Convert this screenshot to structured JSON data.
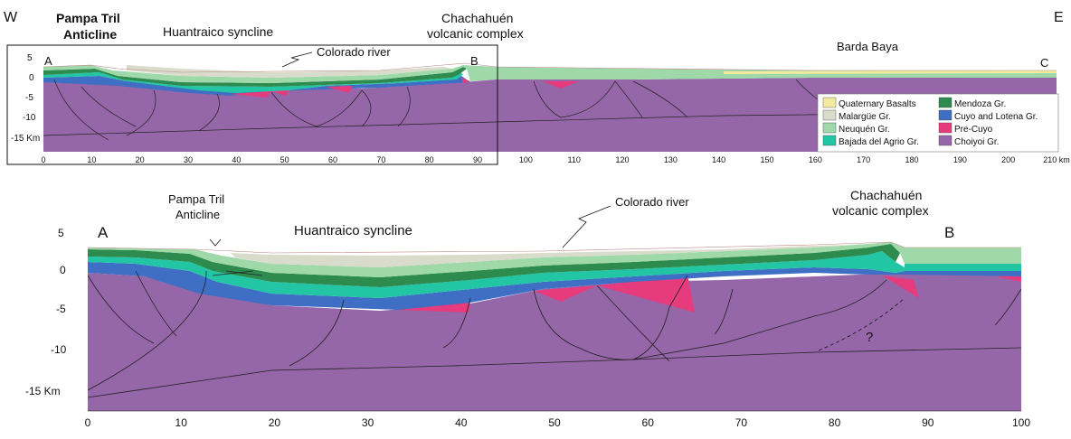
{
  "top_section": {
    "dir_left": "W",
    "dir_right": "E",
    "pampa_tril": [
      "Pampa Tril",
      "Anticline"
    ],
    "huantraico": "Huantraico syncline",
    "chachahuen": [
      "Chachahuén",
      "volcanic complex"
    ],
    "colorado": "Colorado river",
    "barda_baya": "Barda Baya",
    "point_a": "A",
    "point_b": "B",
    "point_c": "C",
    "y_ticks": [
      "5",
      "0",
      "-5",
      "-10",
      "-15 Km"
    ],
    "x_ticks": [
      "0",
      "10",
      "20",
      "30",
      "40",
      "50",
      "60",
      "70",
      "80",
      "90",
      "100",
      "110",
      "120",
      "130",
      "140",
      "150",
      "160",
      "170",
      "180",
      "190",
      "200",
      "210 km"
    ]
  },
  "legend": {
    "items": [
      {
        "label": "Quaternary Basalts",
        "color": "#f2ea9c"
      },
      {
        "label": "Mendoza Gr.",
        "color": "#2e8b4f"
      },
      {
        "label": "Malargüe Gr.",
        "color": "#d9dccb"
      },
      {
        "label": "Cuyo and Lotena Gr.",
        "color": "#3f6fc4"
      },
      {
        "label": "Neuquén Gr.",
        "color": "#9fd8a9"
      },
      {
        "label": "Pre-Cuyo",
        "color": "#e63c7e"
      },
      {
        "label": "Bajada del Agrio Gr.",
        "color": "#22c5a4"
      },
      {
        "label": "Choiyoi Gr.",
        "color": "#9566a8"
      }
    ]
  },
  "bottom_section": {
    "point_a": "A",
    "point_b": "B",
    "pampa_tril": [
      "Pampa Tril",
      "Anticline"
    ],
    "huantraico": "Huantraico syncline",
    "colorado": "Colorado river",
    "chachahuen": [
      "Chachahuén",
      "volcanic complex"
    ],
    "question": "?",
    "y_ticks": [
      "5",
      "0",
      "-5",
      "-10",
      "-15 Km"
    ],
    "x_ticks": [
      "0",
      "10",
      "20",
      "30",
      "40",
      "50",
      "60",
      "70",
      "80",
      "90",
      "100"
    ]
  }
}
